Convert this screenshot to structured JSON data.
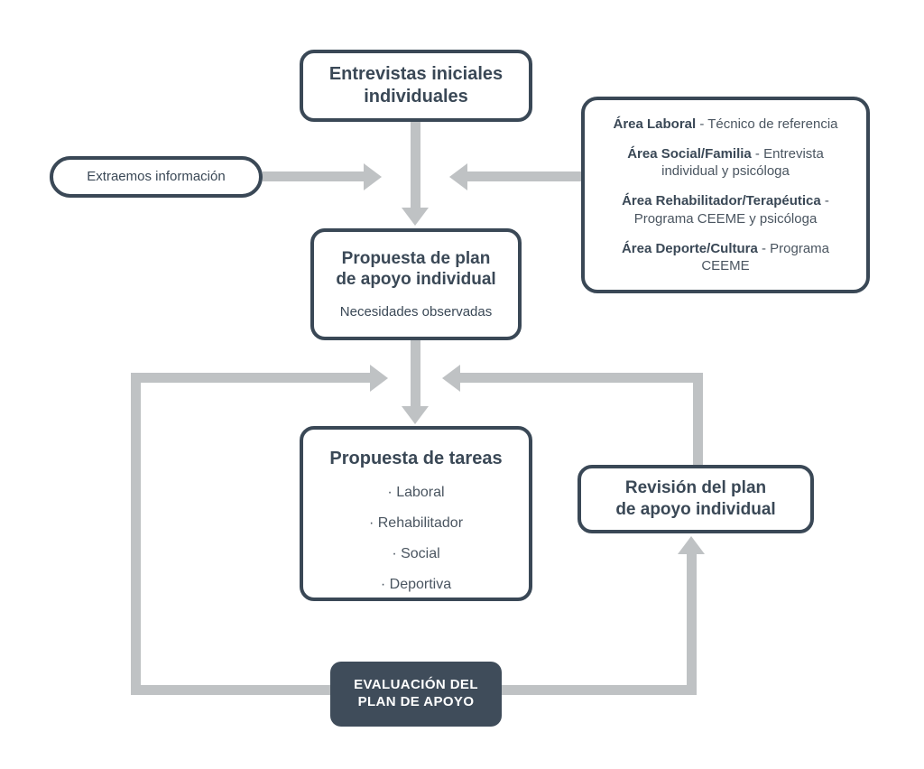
{
  "diagram": {
    "title_node": "Entrevistas iniciales individuales",
    "nodes": {
      "entrevistas": {
        "title": "Entrevistas iniciales\nindividuales"
      },
      "extraemos": {
        "label": "Extraemos información"
      },
      "areas": {
        "lines": [
          {
            "bold": "Área Laboral",
            "rest": " - Técnico de referencia"
          },
          {
            "bold": "Área Social/Familia",
            "rest": " - Entrevista individual y psicóloga"
          },
          {
            "bold": "Área Rehabilitador/Terapéutica",
            "rest": " - Programa CEEME y psicóloga"
          },
          {
            "bold": "Área Deporte/Cultura",
            "rest": " - Programa CEEME"
          }
        ]
      },
      "propuesta_plan": {
        "title": "Propuesta de plan\nde apoyo individual",
        "subtitle": "Necesidades observadas"
      },
      "propuesta_tareas": {
        "title": "Propuesta de tareas",
        "tasks": [
          "· Laboral",
          "· Rehabilitador",
          "· Social",
          "· Deportiva"
        ]
      },
      "revision": {
        "title": "Revisión del plan\nde apoyo individual"
      },
      "evaluacion": {
        "title": "EVALUACIÓN DEL\nPLAN DE APOYO"
      }
    },
    "colors": {
      "node_border": "#3a4856",
      "node_text": "#3a4856",
      "connector": "#bfc2c4",
      "dark_fill": "#3f4c5a",
      "dark_text": "#ffffff",
      "background": "#ffffff"
    }
  }
}
